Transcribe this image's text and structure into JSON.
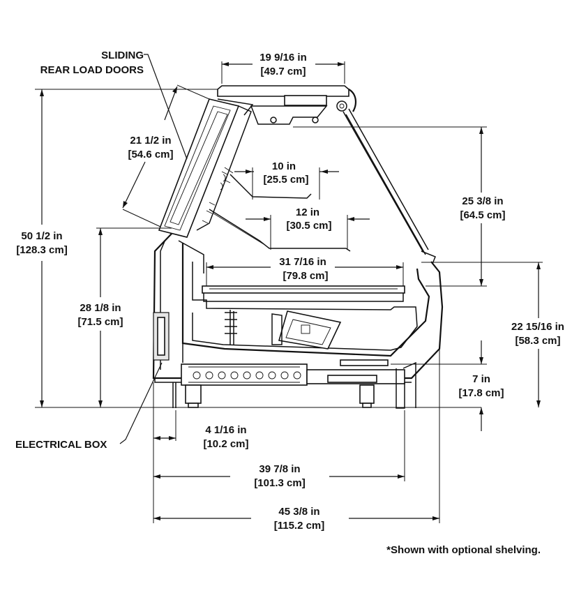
{
  "labels": {
    "sliding_doors_line1": "SLIDING",
    "sliding_doors_line2": "REAR LOAD DOORS",
    "electrical_box": "ELECTRICAL BOX",
    "footnote": "*Shown with optional shelving."
  },
  "dimensions": {
    "top_width_in": "19 9/16 in",
    "top_width_cm": "[49.7 cm]",
    "door_length_in": "21 1/2 in",
    "door_length_cm": "[54.6 cm]",
    "shelf_upper_in": "10 in",
    "shelf_upper_cm": "[25.5 cm]",
    "shelf_lower_in": "12 in",
    "shelf_lower_cm": "[30.5 cm]",
    "glass_height_in": "25 3/8 in",
    "glass_height_cm": "[64.5 cm]",
    "overall_height_in": "50 1/2 in",
    "overall_height_cm": "[128.3 cm]",
    "deck_width_in": "31 7/16 in",
    "deck_width_cm": "[79.8 cm]",
    "rear_height_in": "28 1/8 in",
    "rear_height_cm": "[71.5 cm]",
    "front_height_in": "22 15/16 in",
    "front_height_cm": "[58.3 cm]",
    "base_height_in": "7 in",
    "base_height_cm": "[17.8 cm]",
    "elec_box_in": "4 1/16 in",
    "elec_box_cm": "[10.2 cm]",
    "base_depth_in": "39 7/8 in",
    "base_depth_cm": "[101.3 cm]",
    "overall_depth_in": "45 3/8 in",
    "overall_depth_cm": "[115.2 cm]"
  }
}
